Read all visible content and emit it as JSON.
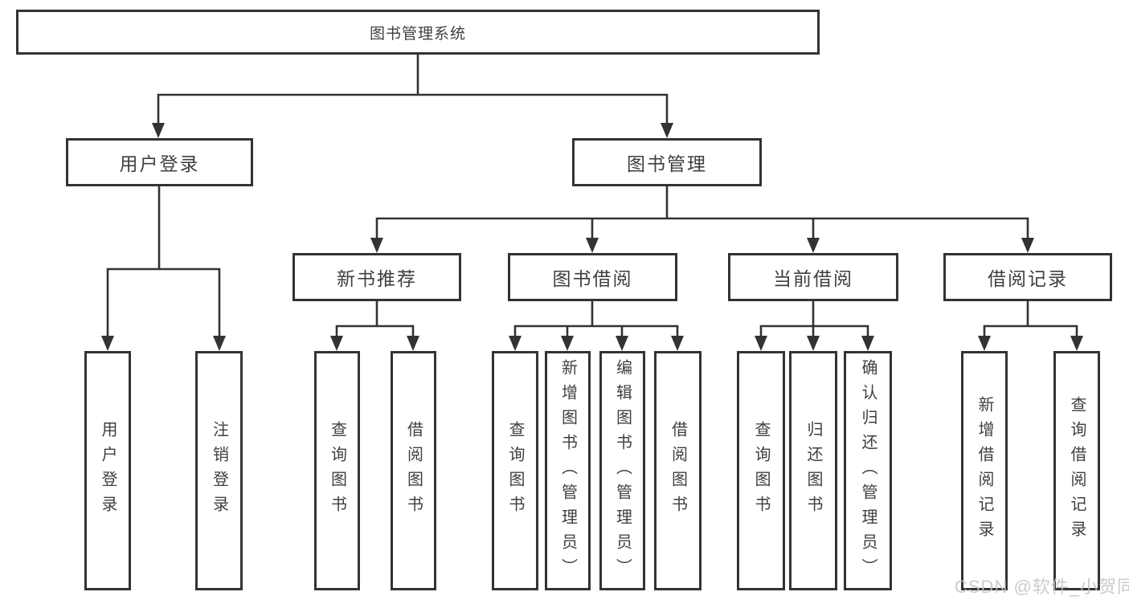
{
  "diagram": {
    "title": "图书管理系统",
    "nodes": {
      "root": "图书管理系统",
      "user_login": "用户登录",
      "book_mgmt": "图书管理",
      "new_book_rec": "新书推荐",
      "book_borrow": "图书借阅",
      "current_borrow": "当前借阅",
      "borrow_record": "借阅记录",
      "ul_login": "用户登录",
      "ul_logout": "注销登录",
      "nbr_query": "查询图书",
      "nbr_borrow": "借阅图书",
      "bb_query": "查询图书",
      "bb_add": "新增图书（管理员）",
      "bb_edit": "编辑图书（管理员）",
      "bb_borrow": "借阅图书",
      "cb_query": "查询图书",
      "cb_return": "归还图书",
      "cb_confirm": "确认归还（管理员）",
      "br_add": "新增借阅记录",
      "br_query": "查询借阅记录"
    },
    "edges": [
      {
        "from": "root",
        "to": [
          "user_login",
          "book_mgmt"
        ]
      },
      {
        "from": "user_login",
        "to": [
          "ul_login",
          "ul_logout"
        ]
      },
      {
        "from": "book_mgmt",
        "to": [
          "new_book_rec",
          "book_borrow",
          "current_borrow",
          "borrow_record"
        ]
      },
      {
        "from": "new_book_rec",
        "to": [
          "nbr_query",
          "nbr_borrow"
        ]
      },
      {
        "from": "book_borrow",
        "to": [
          "bb_query",
          "bb_add",
          "bb_edit",
          "bb_borrow"
        ]
      },
      {
        "from": "current_borrow",
        "to": [
          "cb_query",
          "cb_return",
          "cb_confirm"
        ]
      },
      {
        "from": "borrow_record",
        "to": [
          "br_add",
          "br_query"
        ]
      }
    ],
    "colors": {
      "line": "#333333",
      "box_border": "#333333",
      "box_fill": "#ffffff",
      "text": "#3f3f3f",
      "background": "#ffffff"
    }
  },
  "watermark": {
    "text": "CSDN @软件_小贺同学",
    "color": "#c3c3c3"
  }
}
